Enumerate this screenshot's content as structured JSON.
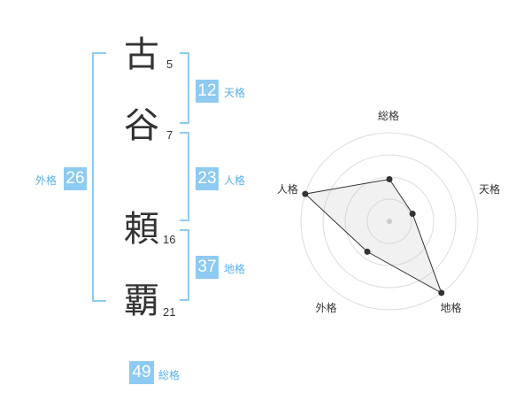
{
  "name": {
    "chars": [
      {
        "kanji": "古",
        "strokes": "5"
      },
      {
        "kanji": "谷",
        "strokes": "7"
      },
      {
        "kanji": "頼",
        "strokes": "16"
      },
      {
        "kanji": "覇",
        "strokes": "21"
      }
    ]
  },
  "scores": {
    "tenkaku": {
      "value": "12",
      "label": "天格"
    },
    "jinkaku": {
      "value": "23",
      "label": "人格"
    },
    "chikaku": {
      "value": "37",
      "label": "地格"
    },
    "gaikaku": {
      "value": "26",
      "label": "外格"
    },
    "soukaku": {
      "value": "49",
      "label": "総格"
    }
  },
  "colors": {
    "accent": "#8ecbf2",
    "label_text": "#5ab0e6",
    "bracket": "#8ecbf2"
  },
  "chart_data": {
    "type": "radar",
    "axes": [
      "総格",
      "天格",
      "地格",
      "外格",
      "人格"
    ],
    "levels": 4,
    "max": 4,
    "values": [
      1.9,
      1.1,
      4.0,
      1.7,
      4.0
    ],
    "grid": true
  }
}
